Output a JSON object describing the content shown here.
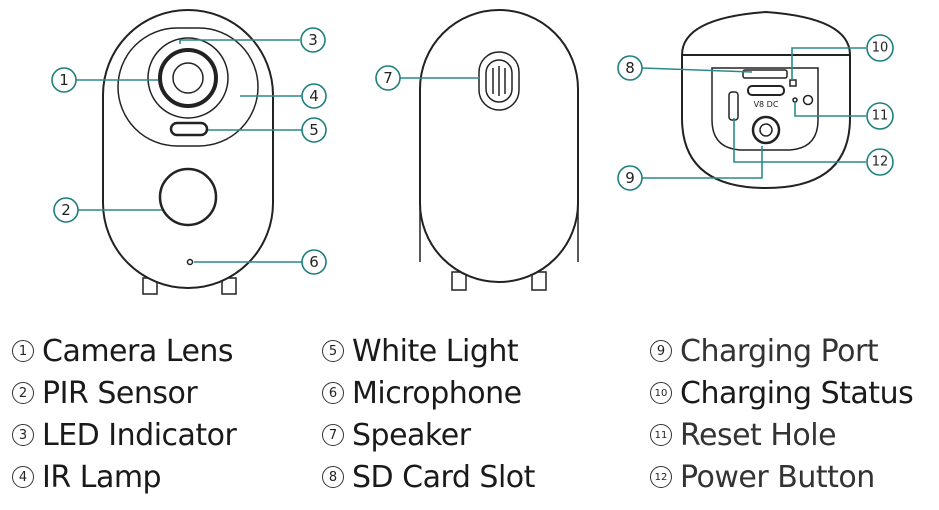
{
  "markers": [
    "1",
    "2",
    "3",
    "4",
    "5",
    "6",
    "7",
    "8",
    "9",
    "10",
    "11",
    "12"
  ],
  "port_text": "V8 DC",
  "legend": [
    {
      "num": "1",
      "label": "Camera Lens"
    },
    {
      "num": "2",
      "label": "PIR Sensor"
    },
    {
      "num": "3",
      "label": "LED Indicator"
    },
    {
      "num": "4",
      "label": "IR Lamp"
    },
    {
      "num": "5",
      "label": "White Light"
    },
    {
      "num": "6",
      "label": "Microphone"
    },
    {
      "num": "7",
      "label": "Speaker"
    },
    {
      "num": "8",
      "label": "SD Card Slot"
    },
    {
      "num": "9",
      "label": "Charging Port"
    },
    {
      "num": "10",
      "label": "Charging Status"
    },
    {
      "num": "11",
      "label": "Reset Hole"
    },
    {
      "num": "12",
      "label": "Power Button"
    }
  ],
  "colors": {
    "leader": "#2a8a8a",
    "outline": "#222222"
  }
}
